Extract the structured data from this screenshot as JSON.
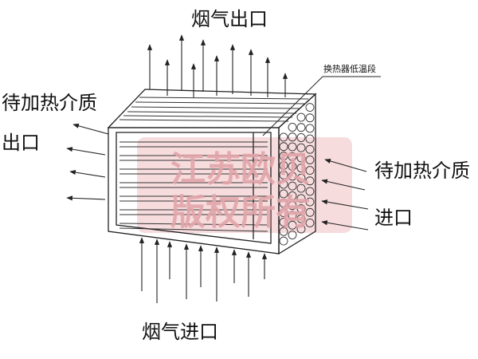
{
  "labels": {
    "flue_gas_outlet": "烟气出口",
    "flue_gas_inlet": "烟气进口",
    "medium_outlet_line1": "待加热介质",
    "medium_outlet_line2": "出口",
    "medium_inlet_line1": "待加热介质",
    "medium_inlet_line2": "进口",
    "low_temp_section": "换热器低温段"
  },
  "watermark": {
    "line1": "江苏欧贝",
    "line2": "版权所有"
  },
  "colors": {
    "line": "#222222",
    "watermark_box": "#f6d6d8",
    "watermark_text": "#e2a6ab"
  }
}
